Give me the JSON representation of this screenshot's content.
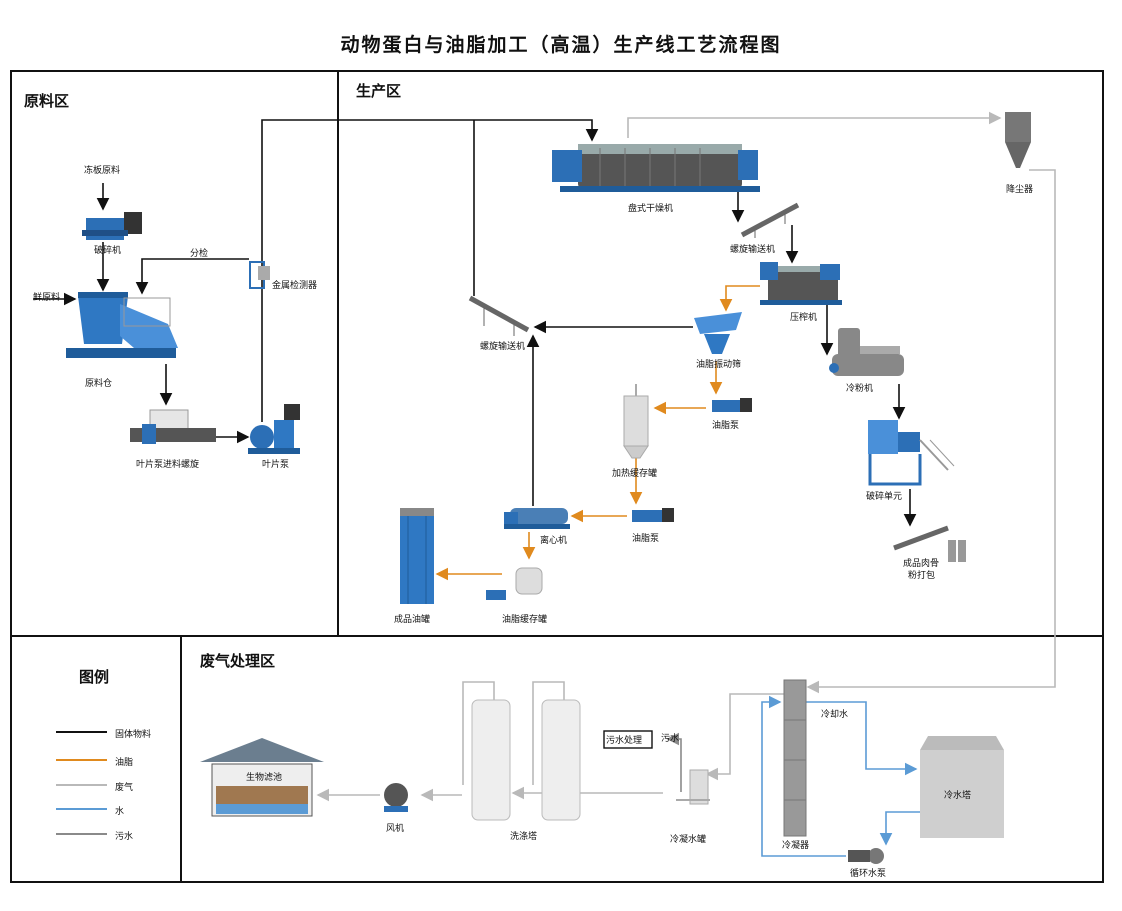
{
  "title": "动物蛋白与油脂加工（高温）生产线工艺流程图",
  "zones": {
    "raw": "原料区",
    "production": "生产区",
    "exhaust": "废气处理区",
    "legend": "图例"
  },
  "labels": {
    "frozen_raw": "冻板原料",
    "crusher": "破碎机",
    "sort_check": "分检",
    "metal_detector": "金属检测器",
    "fresh_raw": "鲜原料",
    "raw_bin": "原料仓",
    "vane_pump_screw": "叶片泵进料螺旋",
    "vane_pump": "叶片泵",
    "disc_dryer": "盘式干燥机",
    "dust_collector": "降尘器",
    "screw_conveyor_1": "螺旋输送机",
    "screw_conveyor_2": "螺旋输送机",
    "press": "压榨机",
    "oil_screen": "油脂振动筛",
    "cooler": "冷粉机",
    "oil_pump_1": "油脂泵",
    "heating_tank": "加热缓存罐",
    "grinding_unit": "破碎单元",
    "centrifuge": "离心机",
    "oil_pump_2": "油脂泵",
    "product_packing_1": "成品肉骨",
    "product_packing_2": "粉打包",
    "product_oil_tank": "成品油罐",
    "oil_buffer_tank": "油脂缓存罐",
    "biofilter": "生物滤池",
    "fan": "风机",
    "scrubber": "洗涤塔",
    "wastewater_treat": "污水处理",
    "wastewater": "污水",
    "condensate_tank": "冷凝水罐",
    "condenser": "冷凝器",
    "cooling_water": "冷却水",
    "cooling_tower": "冷水塔",
    "circ_pump": "循环水泵"
  },
  "legend_items": [
    {
      "label": "固体物料",
      "color": "#111111"
    },
    {
      "label": "油脂",
      "color": "#e08a1e"
    },
    {
      "label": "废气",
      "color": "#b9b9b9"
    },
    {
      "label": "水",
      "color": "#5b9bd5"
    },
    {
      "label": "污水",
      "color": "#8a8a8a"
    }
  ]
}
